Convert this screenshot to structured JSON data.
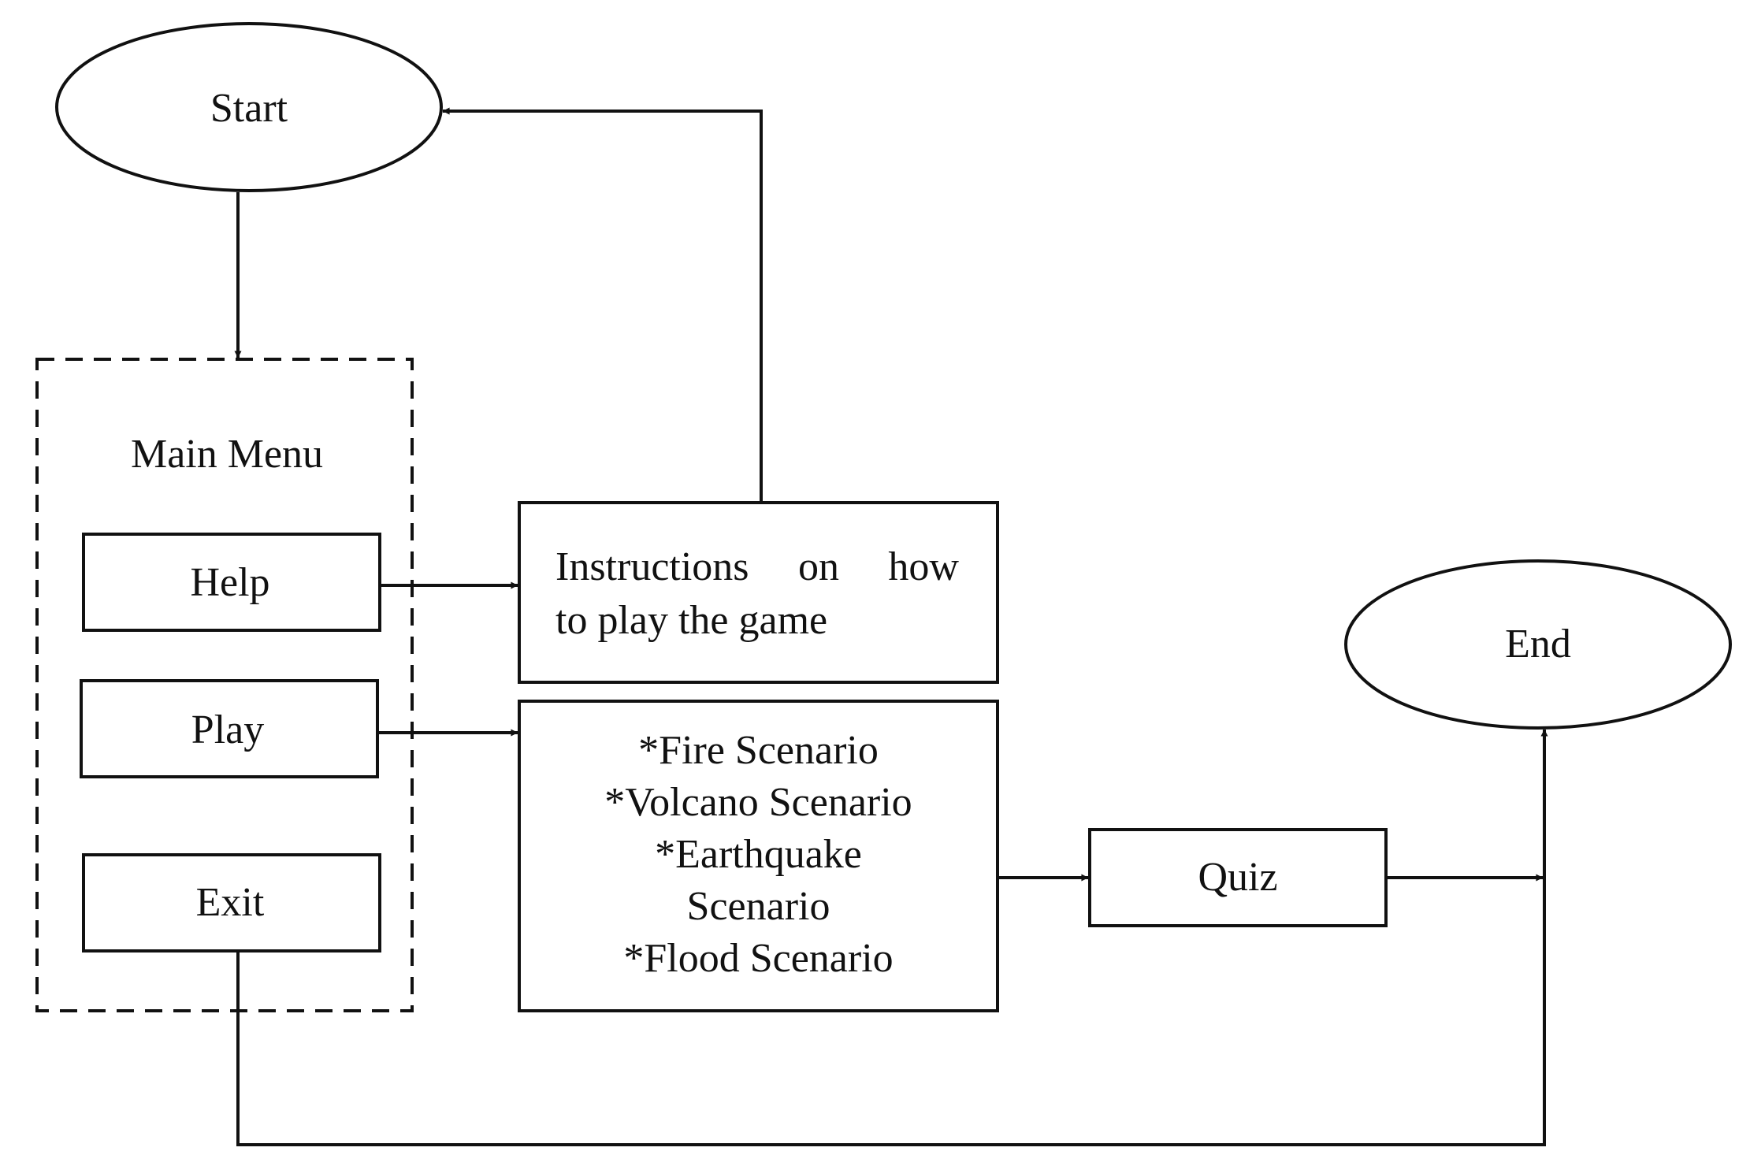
{
  "nodes": {
    "start": "Start",
    "end": "End",
    "main_menu": "Main Menu",
    "help": "Help",
    "play": "Play",
    "exit": "Exit",
    "instructions": {
      "line1": "Instructions on how",
      "line2": "to play the game"
    },
    "scenarios": [
      "*Fire Scenario",
      "*Volcano Scenario",
      "*Earthquake",
      "Scenario",
      "*Flood Scenario"
    ],
    "quiz": "Quiz"
  },
  "edges": [
    {
      "from": "start",
      "to": "main_menu"
    },
    {
      "from": "help",
      "to": "instructions"
    },
    {
      "from": "instructions",
      "to": "start"
    },
    {
      "from": "play",
      "to": "scenarios"
    },
    {
      "from": "scenarios",
      "to": "quiz"
    },
    {
      "from": "quiz",
      "to": "end"
    },
    {
      "from": "exit",
      "to": "end"
    }
  ]
}
